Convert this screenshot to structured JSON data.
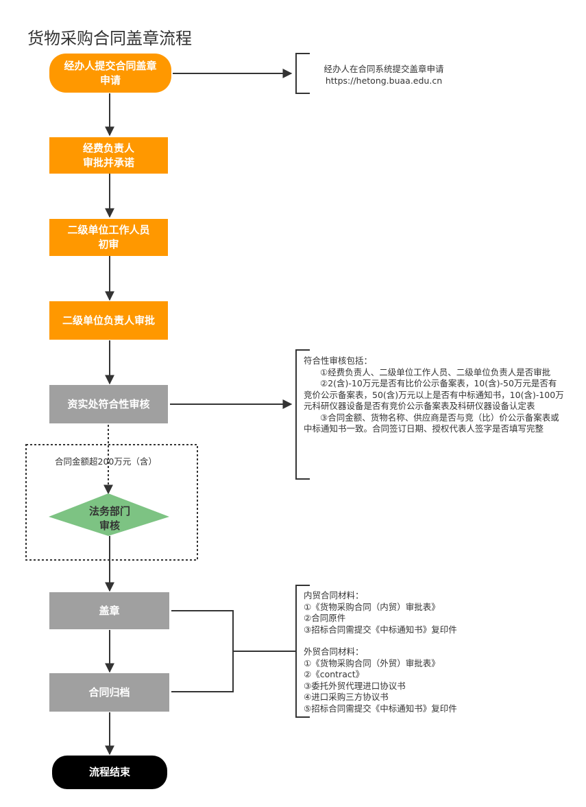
{
  "title": "货物采购合同盖章流程",
  "colors": {
    "orange": "#ff9800",
    "gray": "#a0a0a0",
    "green": "#7dc383",
    "black": "#000000",
    "line": "#333333"
  },
  "steps": [
    {
      "label": "经办人提交合同盖章\n申请",
      "shape": "rounded",
      "color": "orange"
    },
    {
      "label": "经费负责人\n审批并承诺",
      "shape": "rect",
      "color": "orange"
    },
    {
      "label": "二级单位工作人员\n初审",
      "shape": "rect",
      "color": "orange"
    },
    {
      "label": "二级单位负责人审批",
      "shape": "rect",
      "color": "orange"
    },
    {
      "label": "资实处符合性审核",
      "shape": "rect",
      "color": "gray"
    },
    {
      "label": "法务部门\n审核",
      "shape": "diamond",
      "color": "green"
    },
    {
      "label": "盖章",
      "shape": "rect",
      "color": "gray"
    },
    {
      "label": "合同归档",
      "shape": "rect",
      "color": "gray"
    },
    {
      "label": "流程结束",
      "shape": "rounded",
      "color": "black"
    }
  ],
  "condition": {
    "label": "合同金额超200万元（含）"
  },
  "notes": {
    "submit": {
      "lines": [
        "经办人在合同系统提交盖章申请",
        "https://hetong.buaa.edu.cn"
      ]
    },
    "compliance": {
      "heading": "符合性审核包括：",
      "items": [
        "①经费负责人、二级单位工作人员、二级单位负责人是否审批",
        "②2(含)-10万元是否有比价公示备案表，10(含)-50万元是否有竞价公示备案表，50(含)万元以上是否有中标通知书，10(含)-100万元科研仪器设备是否有竞价公示备案表及科研仪器设备认定表",
        "③合同金额、货物名称、供应商是否与竞（比）价公示备案表或中标通知书一致。合同签订日期、授权代表人签字是否填写完整"
      ]
    },
    "materials": {
      "domestic": {
        "heading": "内贸合同材料：",
        "items": [
          "①《货物采购合同（内贸）审批表》",
          "②合同原件",
          "③招标合同需提交《中标通知书》复印件"
        ]
      },
      "foreign": {
        "heading": "外贸合同材料：",
        "items": [
          "①《货物采购合同（外贸）审批表》",
          "②《contract》",
          "③委托外贸代理进口协议书",
          "④进口采购三方协议书",
          "⑤招标合同需提交《中标通知书》复印件"
        ]
      }
    }
  }
}
